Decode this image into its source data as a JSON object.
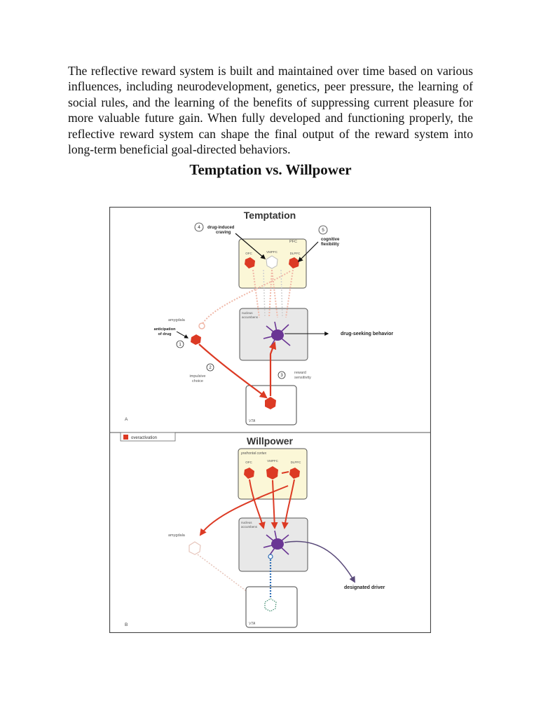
{
  "paragraph": "The reflective reward system is built and maintained over time based on various influences, including neurodevelopment, genetics, peer pressure, the learning of social rules, and the learning of the benefits of suppressing current pleasure for more valuable future gain. When fully developed and functioning properly, the reflective reward system can shape the final output of the reward system into long-term beneficial goal-directed behaviors.",
  "heading": "Temptation vs. Willpower",
  "figure": {
    "colors": {
      "overactive": "#dc3a24",
      "overactive_light": "#f0b8a8",
      "neuron_purple": "#6a3594",
      "pfc_fill": "#fbf7d7",
      "accumbens_fill": "#e8e8e8",
      "dotted_blue": "#2c6db5",
      "dotted_green": "#3e8c6e"
    },
    "panel_a": {
      "title": "Temptation",
      "letter": "A",
      "pfc_label": "PFC",
      "ofc": "OFC",
      "vmpfc": "VMPFC",
      "dlpfc": "DLPFC",
      "accumbens_1": "nucleus",
      "accumbens_2": "accumbens",
      "vta": "VTA",
      "amygdala": "amygdala",
      "num_1": "1",
      "num_2": "2",
      "num_3": "3",
      "num_4": "4",
      "num_5": "5",
      "craving_1": "drug-induced",
      "craving_2": "craving",
      "flex_1": "cognitive",
      "flex_2": "flexibility",
      "anticip_1": "anticipation",
      "anticip_2": "of drug",
      "impulsive_1": "impulsive",
      "impulsive_2": "choice",
      "reward_1": "reward",
      "reward_2": "sensitivity",
      "output": "drug-seeking behavior"
    },
    "legend": {
      "label": "overactivation"
    },
    "panel_b": {
      "title": "Willpower",
      "letter": "B",
      "pfc_label": "prefrontal cortex",
      "ofc": "OFC",
      "vmpfc": "VMPFC",
      "dlpfc": "DLPFC",
      "accumbens_1": "nucleus",
      "accumbens_2": "accumbens",
      "vta": "VTA",
      "amygdala": "amygdala",
      "output": "designated driver"
    }
  }
}
